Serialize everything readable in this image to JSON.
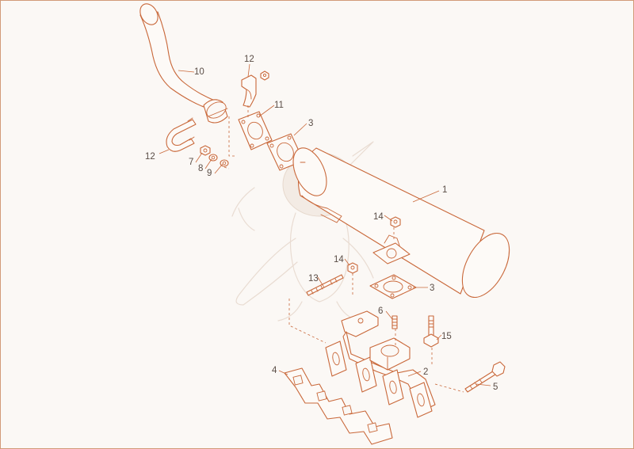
{
  "diagram": {
    "callouts": [
      {
        "id": "c1",
        "label": "1"
      },
      {
        "id": "c2",
        "label": "2"
      },
      {
        "id": "c3a",
        "label": "3"
      },
      {
        "id": "c3b",
        "label": "3"
      },
      {
        "id": "c4",
        "label": "4"
      },
      {
        "id": "c5",
        "label": "5"
      },
      {
        "id": "c6",
        "label": "6"
      },
      {
        "id": "c7",
        "label": "7"
      },
      {
        "id": "c8",
        "label": "8"
      },
      {
        "id": "c9",
        "label": "9"
      },
      {
        "id": "c10",
        "label": "10"
      },
      {
        "id": "c11",
        "label": "11"
      },
      {
        "id": "c12a",
        "label": "12"
      },
      {
        "id": "c12b",
        "label": "12"
      },
      {
        "id": "c13",
        "label": "13"
      },
      {
        "id": "c14a",
        "label": "14"
      },
      {
        "id": "c14b",
        "label": "14"
      },
      {
        "id": "c15",
        "label": "15"
      }
    ],
    "colors": {
      "line": "#c9683a",
      "frame": "#d29a78",
      "text": "#5a4d46",
      "watermark": "#e9dcd2",
      "background": "#fbf8f5"
    }
  }
}
